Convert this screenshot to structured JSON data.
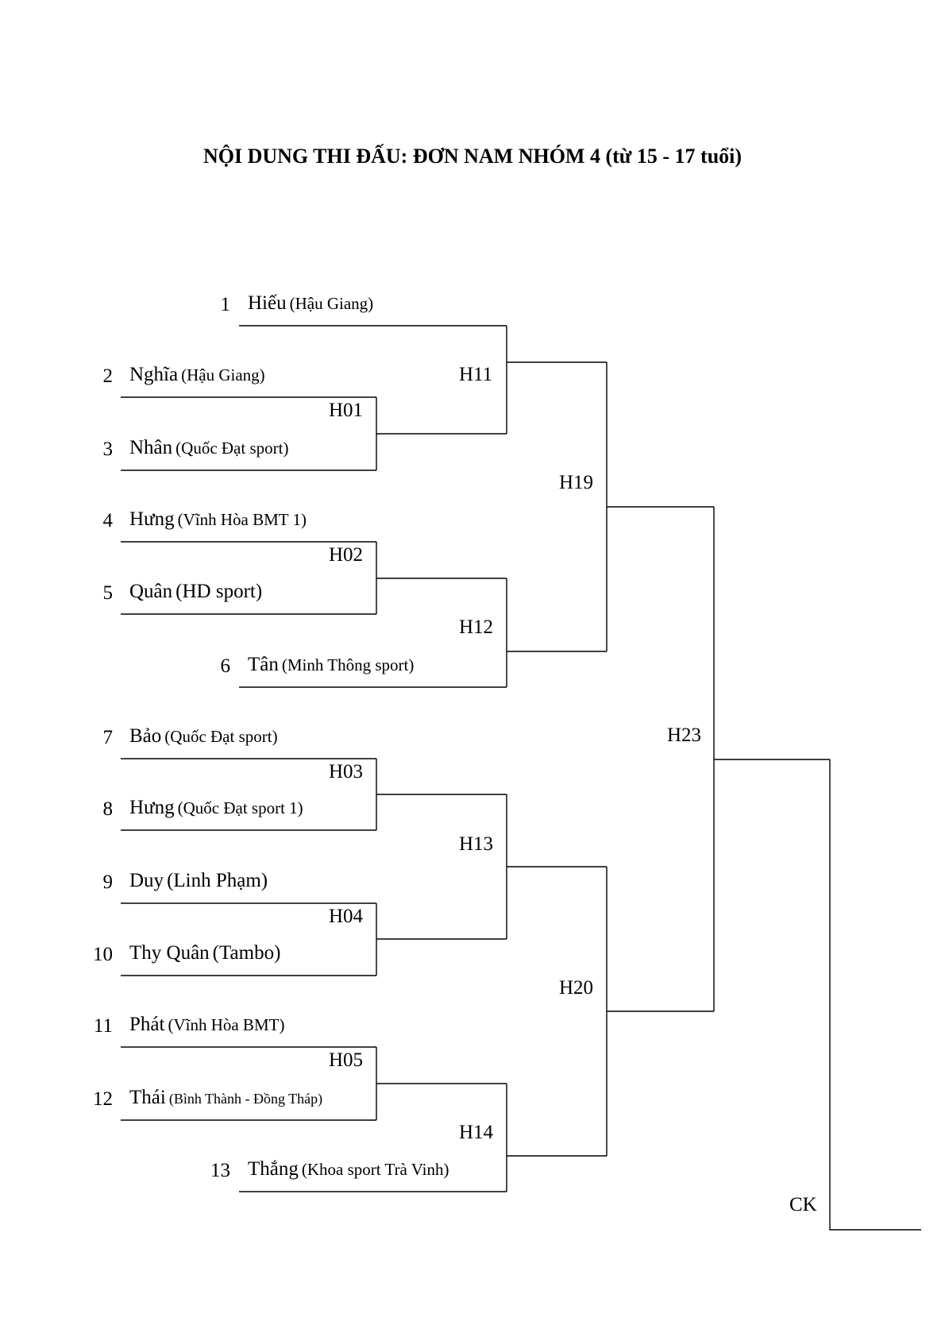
{
  "title": "NỘI DUNG THI ĐẤU: ĐƠN NAM NHÓM 4 (từ 15 - 17 tuổi)",
  "players": [
    {
      "seed": "1",
      "name": "Hiếu",
      "club": "(Hậu Giang)"
    },
    {
      "seed": "2",
      "name": "Nghĩa",
      "club": "(Hậu Giang)"
    },
    {
      "seed": "3",
      "name": "Nhân",
      "club": "(Quốc Đạt sport)"
    },
    {
      "seed": "4",
      "name": "Hưng",
      "club": "(Vĩnh Hòa BMT 1)"
    },
    {
      "seed": "5",
      "name": "Quân",
      "club": "(HD sport)"
    },
    {
      "seed": "6",
      "name": "Tân",
      "club": "(Minh Thông sport)"
    },
    {
      "seed": "7",
      "name": "Bảo",
      "club": "(Quốc Đạt sport)"
    },
    {
      "seed": "8",
      "name": "Hưng",
      "club": "(Quốc Đạt sport 1)"
    },
    {
      "seed": "9",
      "name": "Duy",
      "club": "(Linh Phạm)"
    },
    {
      "seed": "10",
      "name": "Thy Quân",
      "club": "(Tambo)"
    },
    {
      "seed": "11",
      "name": "Phát",
      "club": "(Vĩnh Hòa BMT)"
    },
    {
      "seed": "12",
      "name": "Thái",
      "club": "(Bình Thành - Đồng Tháp)"
    },
    {
      "seed": "13",
      "name": "Thắng",
      "club": "(Khoa sport Trà Vinh)"
    }
  ],
  "matches": {
    "round1": [
      "H01",
      "H02",
      "H03",
      "H04",
      "H05"
    ],
    "round2": [
      "H11",
      "H12",
      "H13",
      "H14"
    ],
    "round3": [
      "H19",
      "H20"
    ],
    "round4": [
      "H23"
    ],
    "final": "CK"
  }
}
